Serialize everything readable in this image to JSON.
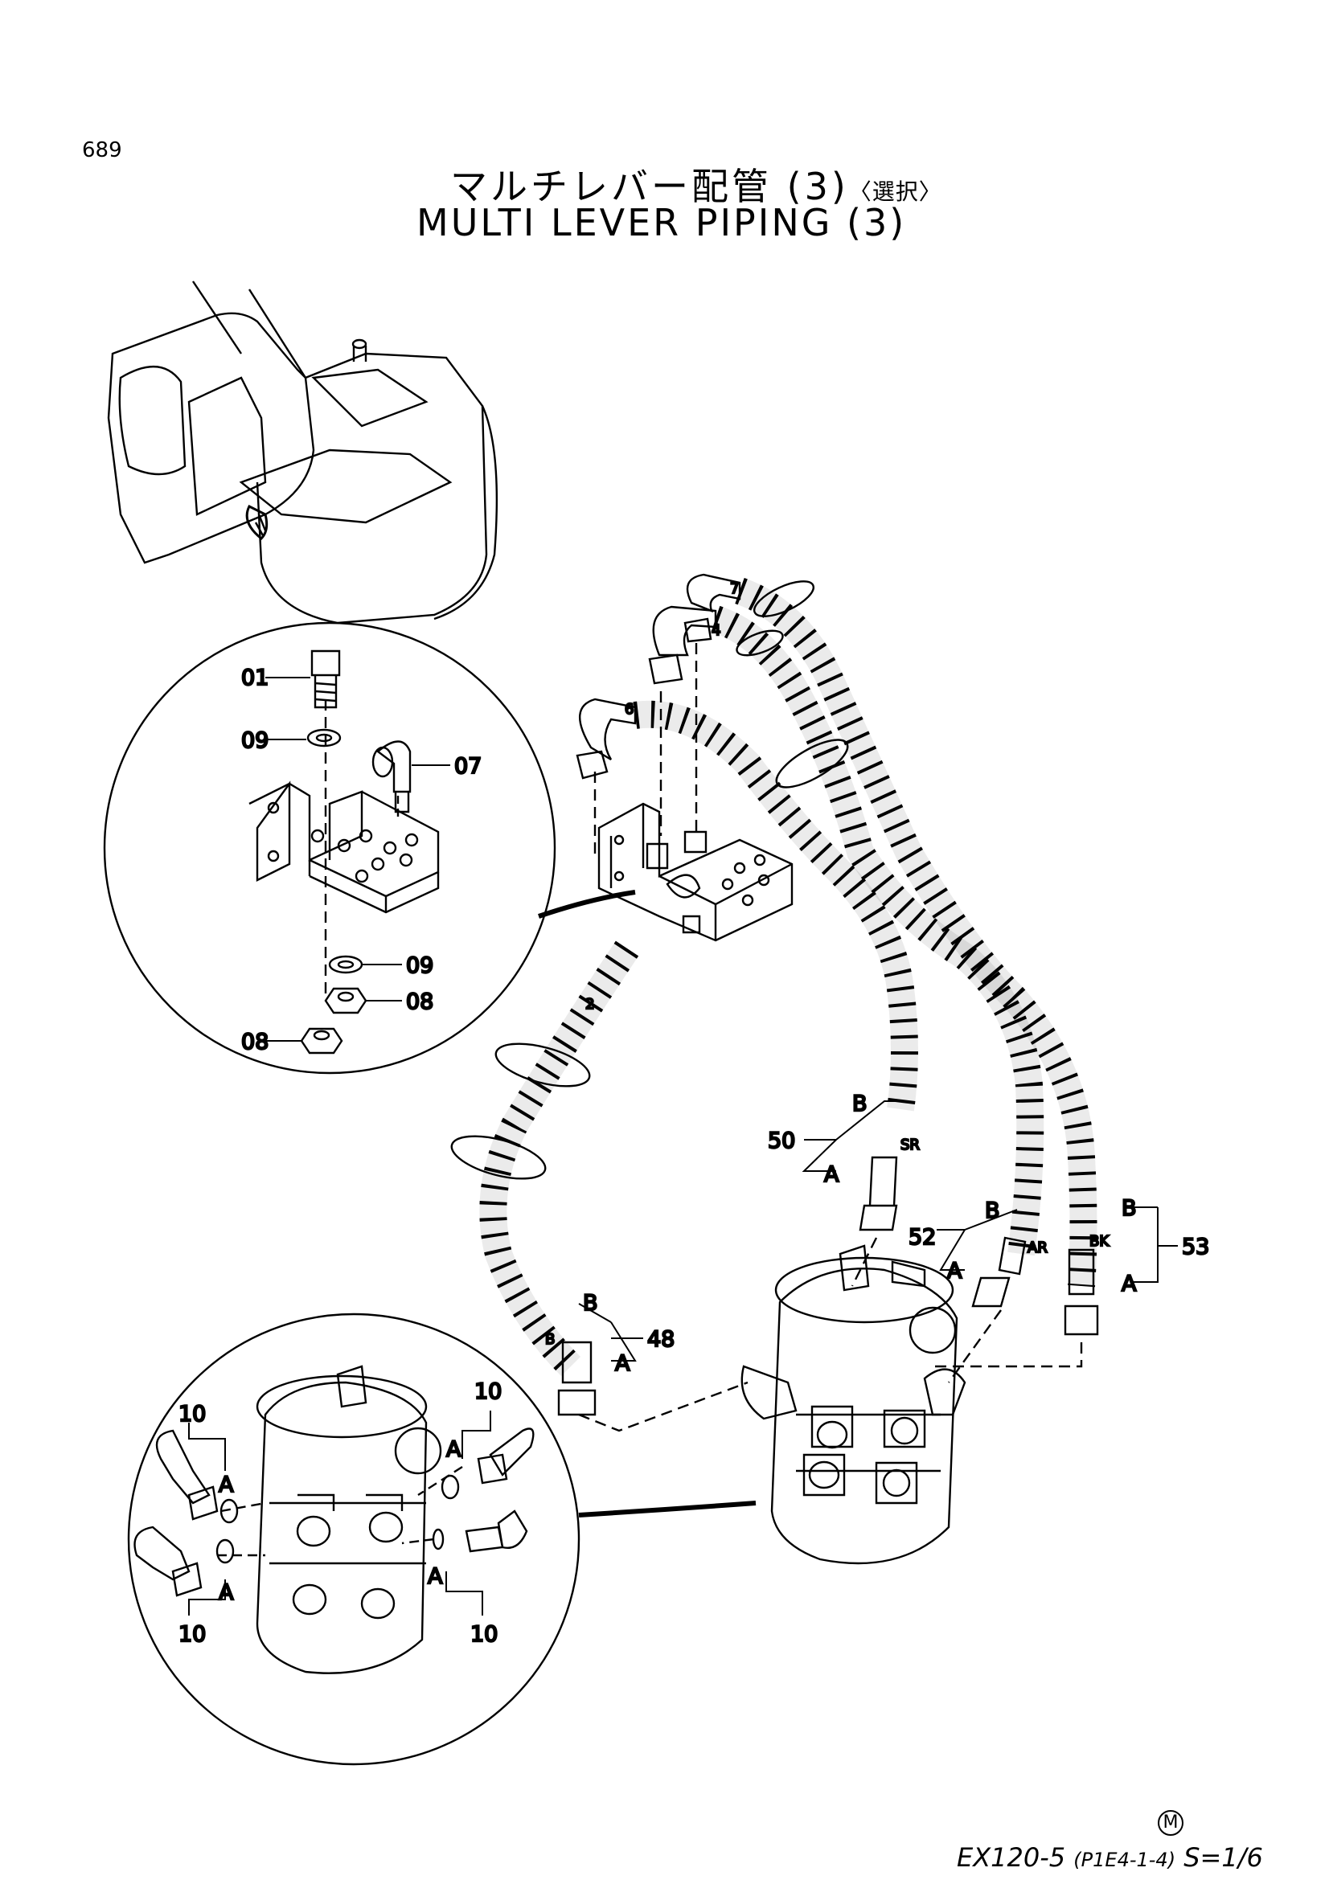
{
  "page_number": "689",
  "title": {
    "japanese": "マルチレバー配管 (3)",
    "japanese_option": "〈選択〉",
    "english": "MULTI LEVER PIPING (3)"
  },
  "callouts": {
    "c01": "01",
    "c09a": "09",
    "c07": "07",
    "c09b": "09",
    "c08a": "08",
    "c08b": "08",
    "c10a": "10",
    "c10b": "10",
    "c10c": "10",
    "c10d": "10",
    "c50": "50",
    "c52": "52",
    "c53": "53",
    "c48": "48",
    "c2": "2",
    "c4": "4",
    "c6": "6",
    "c7": "7",
    "endA": "A",
    "endB": "B",
    "sr": "SR",
    "ar": "AR",
    "bk": "BK",
    "b": "B"
  },
  "footer": {
    "model": "EX120-5",
    "code": "(P1E4-1-4)",
    "scale": "S=1/6",
    "mark": "M"
  }
}
